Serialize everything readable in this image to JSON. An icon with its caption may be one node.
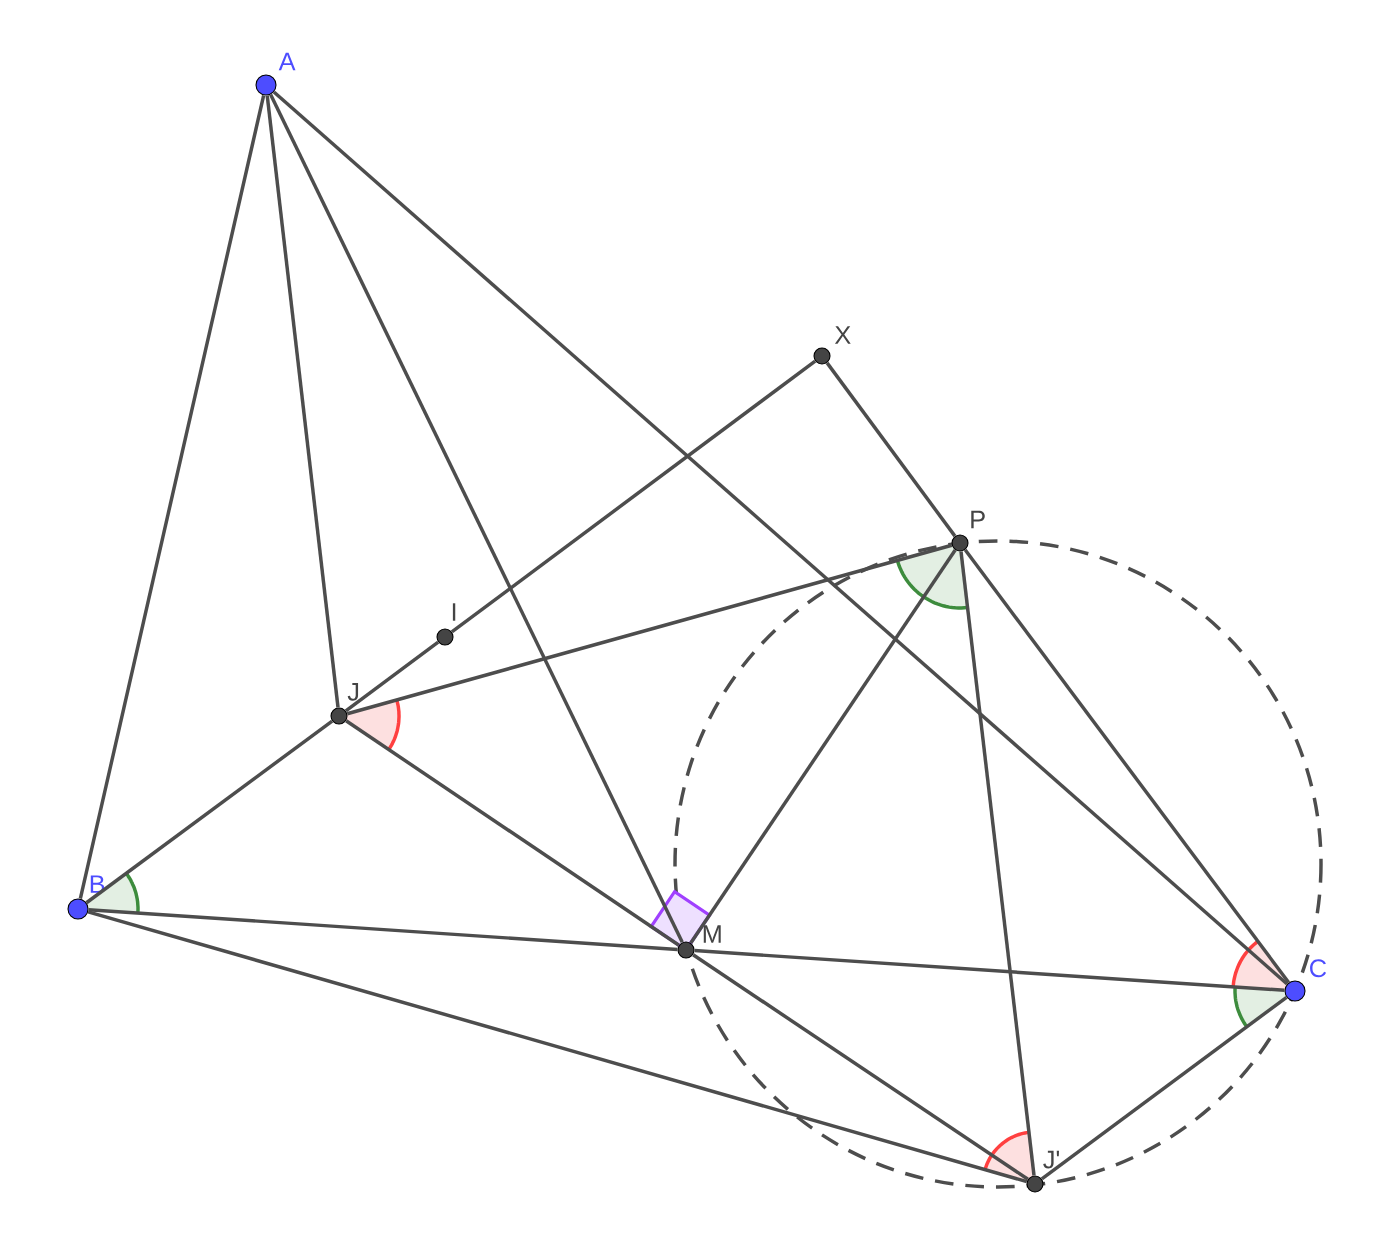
{
  "diagram": {
    "nodes": [
      {
        "text": [
          "A"
        ]
      },
      {
        "text": [
          "X"
        ]
      },
      {
        "text": [
          "P"
        ]
      },
      {
        "text": [
          "I"
        ]
      },
      {
        "text": [
          "J"
        ]
      },
      {
        "text": [
          "B"
        ]
      },
      {
        "text": [
          "M"
        ]
      },
      {
        "text": [
          "C"
        ]
      },
      {
        "text": [
          "J'"
        ]
      }
    ],
    "edges": [
      {
        "from": 0,
        "to": 5,
        "arrow": "none"
      },
      {
        "from": 0,
        "to": 4,
        "arrow": "none"
      },
      {
        "from": 0,
        "to": 6,
        "arrow": "none"
      },
      {
        "from": 0,
        "to": 7,
        "arrow": "none"
      },
      {
        "from": 1,
        "to": 3,
        "arrow": "none"
      },
      {
        "from": 1,
        "to": 2,
        "arrow": "none"
      },
      {
        "from": 3,
        "to": 4,
        "arrow": "none"
      },
      {
        "from": 4,
        "to": 5,
        "arrow": "none"
      },
      {
        "from": 4,
        "to": 2,
        "arrow": "none"
      },
      {
        "from": 4,
        "to": 6,
        "arrow": "none"
      },
      {
        "from": 5,
        "to": 6,
        "arrow": "none"
      },
      {
        "from": 6,
        "to": 7,
        "arrow": "none"
      },
      {
        "from": 5,
        "to": 8,
        "arrow": "none"
      },
      {
        "from": 6,
        "to": 8,
        "arrow": "none"
      },
      {
        "from": 2,
        "to": 6,
        "arrow": "none"
      },
      {
        "from": 2,
        "to": 8,
        "arrow": "none"
      },
      {
        "from": 2,
        "to": 7,
        "arrow": "none"
      },
      {
        "from": 8,
        "to": 7,
        "arrow": "none"
      }
    ]
  }
}
